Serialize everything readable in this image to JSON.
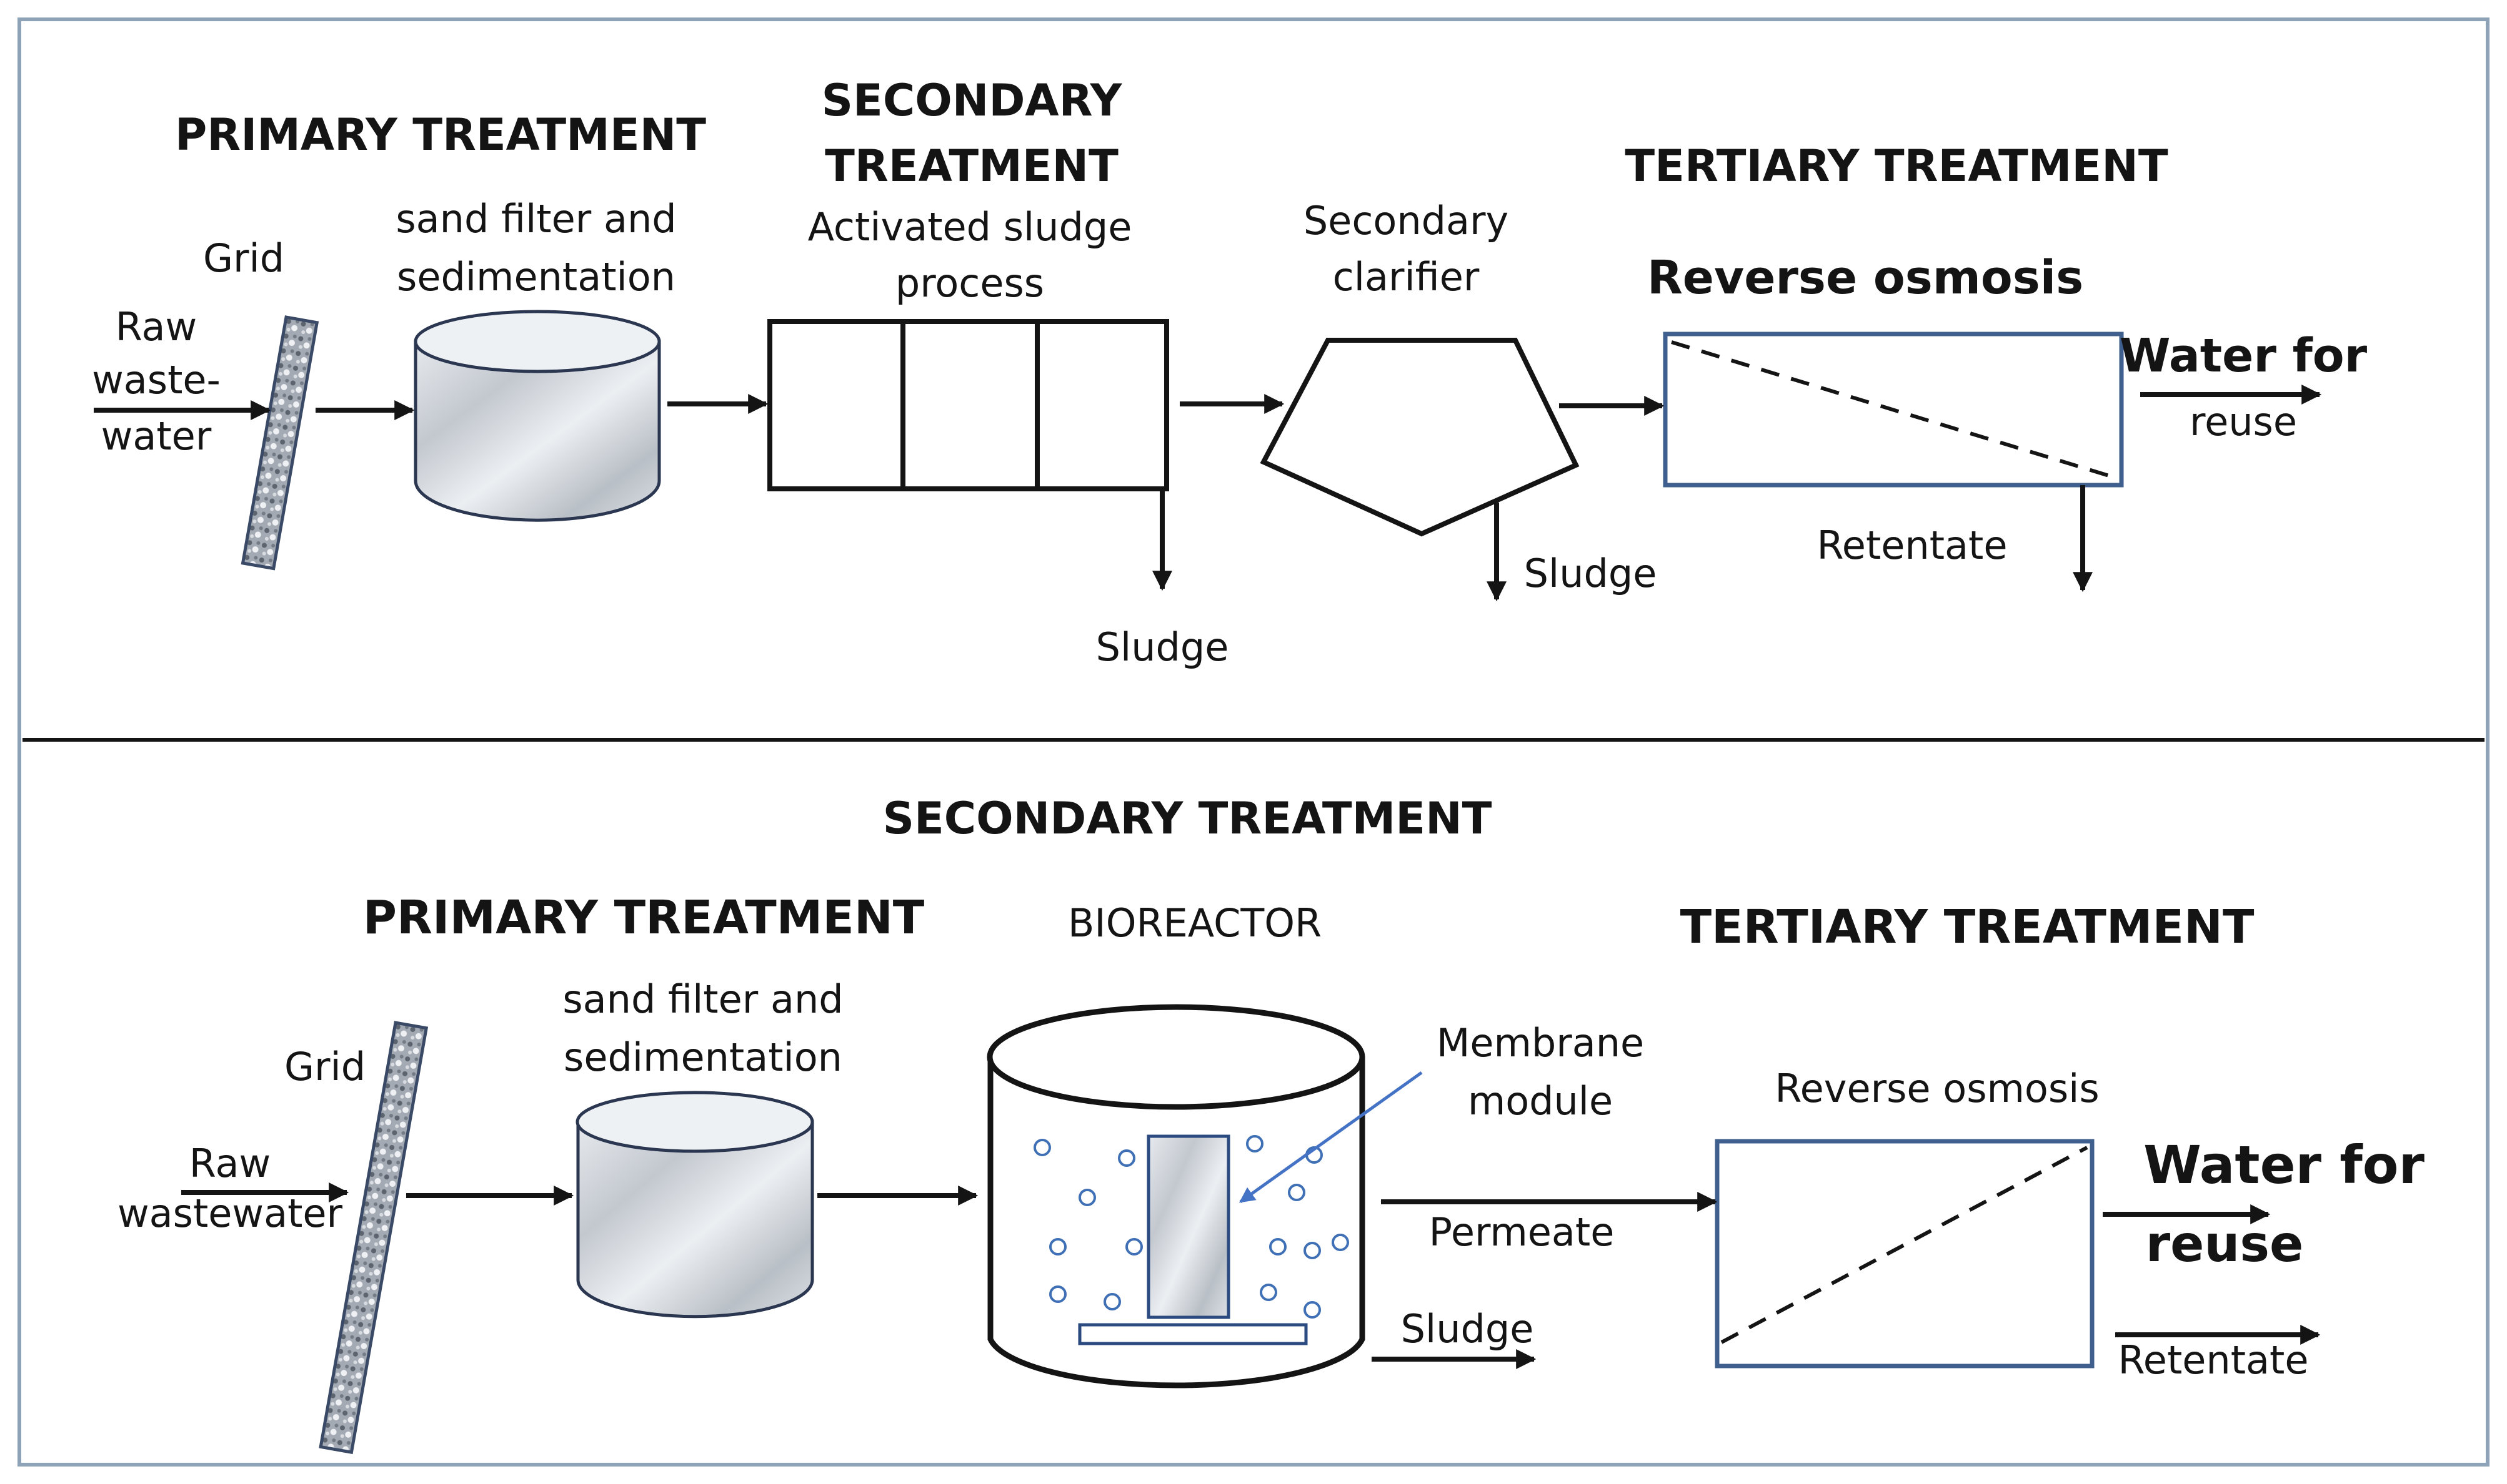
{
  "top": {
    "primary_heading": "PRIMARY TREATMENT",
    "secondary_heading_line1": "SECONDARY",
    "secondary_heading_line2": "TREATMENT",
    "tertiary_heading": "TERTIARY TREATMENT",
    "grid_label": "Grid",
    "raw_line1": "Raw",
    "raw_line2": "waste-",
    "raw_line3": "water",
    "sand_line1": "sand filter and",
    "sand_line2": "sedimentation",
    "activated_line1": "Activated sludge",
    "activated_line2": "process",
    "clarifier_line1": "Secondary",
    "clarifier_line2": "clarifier",
    "ro_label": "Reverse osmosis",
    "water_line1": "Water for",
    "water_line2": "reuse",
    "retentate_label": "Retentate",
    "sludge1_label": "Sludge",
    "sludge2_label": "Sludge"
  },
  "bottom": {
    "secondary_heading": "SECONDARY TREATMENT",
    "primary_heading": "PRIMARY TREATMENT",
    "bioreactor_label": "BIOREACTOR",
    "tertiary_heading": "TERTIARY TREATMENT",
    "grid_label": "Grid",
    "raw_line1": "Raw",
    "raw_line2": "wastewater",
    "sand_line1": "sand filter and",
    "sand_line2": "sedimentation",
    "membrane_line1": "Membrane",
    "membrane_line2": "module",
    "ro_label": "Reverse osmosis",
    "permeate_label": "Permeate",
    "sludge_label": "Sludge",
    "water_line1": "Water for",
    "water_line2": "reuse",
    "retentate_label": "Retentate"
  },
  "colors": {
    "frame": "#8ea2b8",
    "ro_box": "#3f5f8f",
    "membrane_arrow": "#4472c4",
    "bubble": "#3f6fb5",
    "line": "#141414"
  }
}
